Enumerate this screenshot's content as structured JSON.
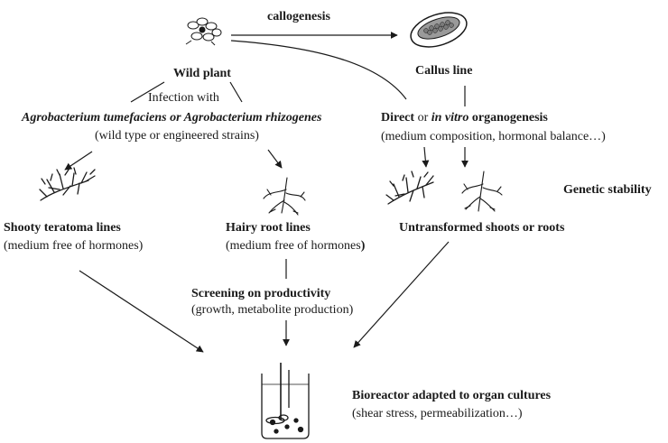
{
  "nodes": {
    "callogenesis": "callogenesis",
    "wild_plant": "Wild plant",
    "callus_line": "Callus line",
    "infection": "Infection with",
    "agro_a": "Agrobacterium tumefaciens",
    "agro_or": " or ",
    "agro_b": "Agrobacterium rhizogenes",
    "agro_note": "(wild type or engineered strains)",
    "organo_direct": "Direct",
    "organo_or": " or ",
    "organo_invitro": "in vitro",
    "organo_rest": " organogenesis",
    "organo_note": "(medium composition, hormonal balance…)",
    "genetic_stability": "Genetic stability",
    "shooty_title": "Shooty teratoma lines",
    "shooty_note": "(medium free of hormones)",
    "hairy_title": "Hairy root lines",
    "hairy_note_a": "(medium free of hormones",
    "hairy_note_b": ")",
    "untransformed": "Untransformed shoots or roots",
    "screening_title": "Screening on productivity",
    "screening_note": "(growth, metabolite production)",
    "bioreactor_title": "Bioreactor adapted to organ cultures",
    "bioreactor_note": "(shear stress, permeabilization…)"
  },
  "icons": [
    "flower-icon",
    "callus-dish-icon",
    "shoot-icon",
    "root-icon",
    "bioreactor-icon"
  ],
  "colors": {
    "ink": "#1a1a1a",
    "callus_fill": "#9a9a9a"
  }
}
